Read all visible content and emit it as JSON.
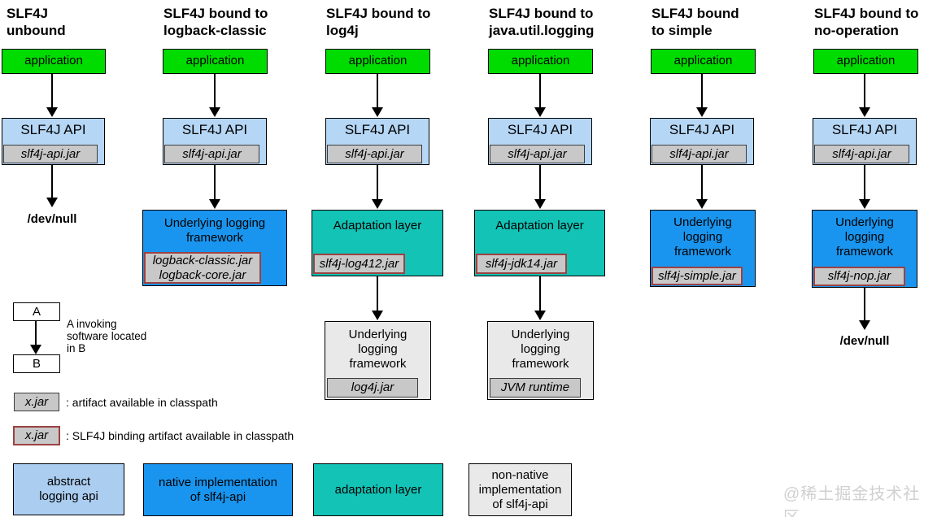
{
  "palette": {
    "application_green": "#00dc00",
    "api_light_blue": "#b5d6f5",
    "native_blue": "#1995ef",
    "adaptation_teal": "#12c3b6",
    "nonnative_gray": "#e9e9e9",
    "jar_gray": "#c8c8c8",
    "binding_border_red": "#9c4242"
  },
  "columns": [
    {
      "title": "SLF4J\nunbound",
      "app_label": "application",
      "api_label": "SLF4J API",
      "api_jar": "slf4j-api.jar",
      "output": "/dev/null"
    },
    {
      "title": "SLF4J bound to\nlogback-classic",
      "app_label": "application",
      "api_label": "SLF4J API",
      "api_jar": "slf4j-api.jar",
      "framework": {
        "label": "Underlying logging\nframework",
        "jar": "logback-classic.jar\nlogback-core.jar"
      }
    },
    {
      "title": "SLF4J bound to\nlog4j",
      "app_label": "application",
      "api_label": "SLF4J API",
      "api_jar": "slf4j-api.jar",
      "adaptation": {
        "label": "Adaptation layer",
        "jar": "slf4j-log412.jar"
      },
      "framework": {
        "label": "Underlying\nlogging\nframework",
        "jar": "log4j.jar"
      }
    },
    {
      "title": "SLF4J bound to\njava.util.logging",
      "app_label": "application",
      "api_label": "SLF4J API",
      "api_jar": "slf4j-api.jar",
      "adaptation": {
        "label": "Adaptation layer",
        "jar": "slf4j-jdk14.jar"
      },
      "framework": {
        "label": "Underlying\nlogging\nframework",
        "jar": "JVM runtime"
      }
    },
    {
      "title": "SLF4J bound\nto simple",
      "app_label": "application",
      "api_label": "SLF4J API",
      "api_jar": "slf4j-api.jar",
      "framework": {
        "label": "Underlying\nlogging\nframework",
        "jar": "slf4j-simple.jar"
      }
    },
    {
      "title": "SLF4J bound to\nno-operation",
      "app_label": "application",
      "api_label": "SLF4J API",
      "api_jar": "slf4j-api.jar",
      "framework": {
        "label": "Underlying\nlogging\nframework",
        "jar": "slf4j-nop.jar"
      },
      "output": "/dev/null"
    }
  ],
  "legend": {
    "invoke": {
      "a": "A",
      "b": "B",
      "text": "A invoking\nsoftware located\nin B"
    },
    "jar_plain": {
      "label": "x.jar",
      "text": ": artifact available in classpath"
    },
    "jar_binding": {
      "label": "x.jar",
      "text": ": SLF4J binding artifact available in classpath"
    },
    "categories": [
      {
        "label": "abstract\nlogging api"
      },
      {
        "label": "native implementation\nof slf4j-api"
      },
      {
        "label": "adaptation layer"
      },
      {
        "label": "non-native\nimplementation\nof slf4j-api"
      }
    ]
  },
  "watermark": "@稀土掘金技术社区"
}
